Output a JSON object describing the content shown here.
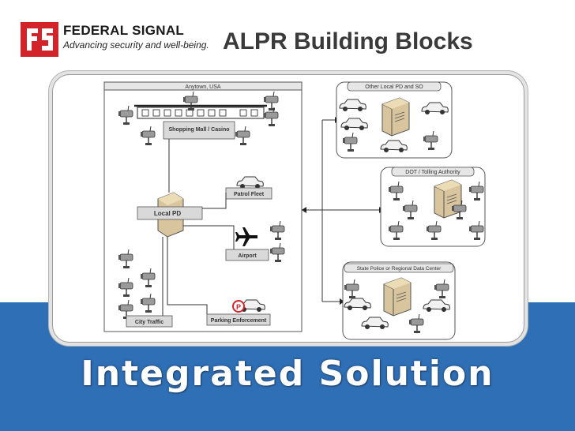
{
  "header": {
    "brand": "FEDERAL SIGNAL",
    "tagline": "Advancing security and well-being.",
    "title": "ALPR Building Blocks"
  },
  "diagram": {
    "anytown": "Anytown, USA",
    "shopping_mall": "Shopping Mall / Casino",
    "patrol_fleet": "Patrol Fleet",
    "local_pd": "Local PD",
    "airport": "Airport",
    "city_traffic": "City Traffic",
    "parking": "Parking Enforcement",
    "other_pd": "Other Local PD and SO",
    "dot": "DOT / Tolling Authority",
    "state_police": "State Police or Regional Data Center"
  },
  "footer": {
    "text": "Integrated Solution"
  },
  "colors": {
    "accent_red": "#d2232a",
    "band_blue": "#2f6fb5"
  }
}
